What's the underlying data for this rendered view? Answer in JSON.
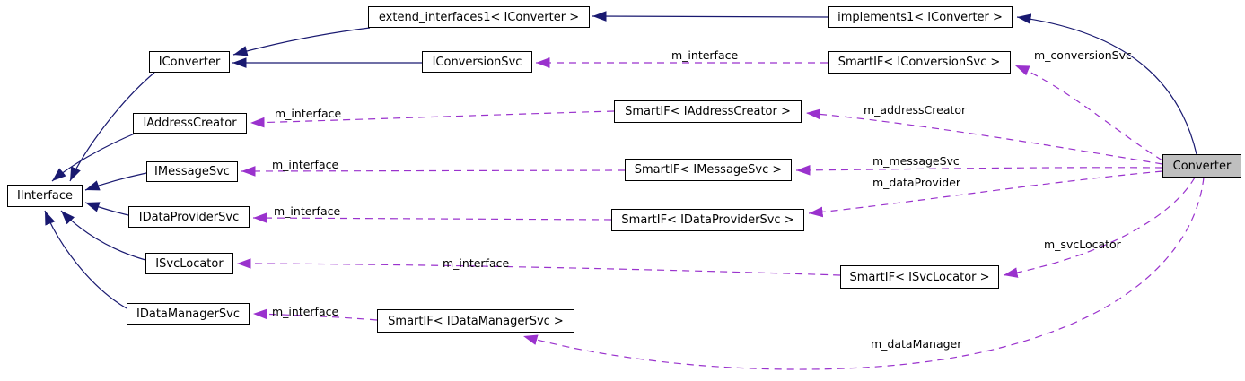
{
  "diagram": {
    "kind": "collaboration-graph",
    "focus_class": "Converter",
    "colors": {
      "inheritance_edge": "#191970",
      "usage_edge": "#9a32cd",
      "node_fill": "#ffffff",
      "node_border": "#000000",
      "focus_node_fill": "#bfbfbf",
      "text": "#000000"
    },
    "nodes": [
      {
        "id": "iinterface",
        "label": "IInterface"
      },
      {
        "id": "iconverter",
        "label": "IConverter"
      },
      {
        "id": "extend-interfaces1",
        "label": "extend_interfaces1< IConverter >"
      },
      {
        "id": "implements1",
        "label": "implements1< IConverter >"
      },
      {
        "id": "iconversionsvc",
        "label": "IConversionSvc"
      },
      {
        "id": "smartif-iconversionsvc",
        "label": "SmartIF< IConversionSvc >"
      },
      {
        "id": "iaddresscreator",
        "label": "IAddressCreator"
      },
      {
        "id": "smartif-iaddresscreator",
        "label": "SmartIF< IAddressCreator >"
      },
      {
        "id": "imessagesvc",
        "label": "IMessageSvc"
      },
      {
        "id": "smartif-imessagesvc",
        "label": "SmartIF< IMessageSvc >"
      },
      {
        "id": "idataprovidersvc",
        "label": "IDataProviderSvc"
      },
      {
        "id": "smartif-idataprovidersvc",
        "label": "SmartIF< IDataProviderSvc >"
      },
      {
        "id": "isvclocator",
        "label": "ISvcLocator"
      },
      {
        "id": "smartif-isvclocator",
        "label": "SmartIF< ISvcLocator >"
      },
      {
        "id": "idatamanagersvc",
        "label": "IDataManagerSvc"
      },
      {
        "id": "smartif-idatamanagersvc",
        "label": "SmartIF< IDataManagerSvc >"
      },
      {
        "id": "converter",
        "label": "Converter",
        "focus": true
      }
    ],
    "edges": [
      {
        "from": "Converter",
        "to": "implements1< IConverter >",
        "type": "inheritance",
        "label": ""
      },
      {
        "from": "implements1< IConverter >",
        "to": "extend_interfaces1< IConverter >",
        "type": "inheritance",
        "label": ""
      },
      {
        "from": "extend_interfaces1< IConverter >",
        "to": "IConverter",
        "type": "inheritance",
        "label": ""
      },
      {
        "from": "IConversionSvc",
        "to": "IConverter",
        "type": "inheritance",
        "label": ""
      },
      {
        "from": "IConverter",
        "to": "IInterface",
        "type": "inheritance",
        "label": ""
      },
      {
        "from": "IAddressCreator",
        "to": "IInterface",
        "type": "inheritance",
        "label": ""
      },
      {
        "from": "IMessageSvc",
        "to": "IInterface",
        "type": "inheritance",
        "label": ""
      },
      {
        "from": "IDataProviderSvc",
        "to": "IInterface",
        "type": "inheritance",
        "label": ""
      },
      {
        "from": "ISvcLocator",
        "to": "IInterface",
        "type": "inheritance",
        "label": ""
      },
      {
        "from": "IDataManagerSvc",
        "to": "IInterface",
        "type": "inheritance",
        "label": ""
      },
      {
        "from": "SmartIF< IConversionSvc >",
        "to": "IConversionSvc",
        "type": "usage",
        "label": "m_interface"
      },
      {
        "from": "SmartIF< IAddressCreator >",
        "to": "IAddressCreator",
        "type": "usage",
        "label": "m_interface"
      },
      {
        "from": "SmartIF< IMessageSvc >",
        "to": "IMessageSvc",
        "type": "usage",
        "label": "m_interface"
      },
      {
        "from": "SmartIF< IDataProviderSvc >",
        "to": "IDataProviderSvc",
        "type": "usage",
        "label": "m_interface"
      },
      {
        "from": "SmartIF< ISvcLocator >",
        "to": "ISvcLocator",
        "type": "usage",
        "label": "m_interface"
      },
      {
        "from": "SmartIF< IDataManagerSvc >",
        "to": "IDataManagerSvc",
        "type": "usage",
        "label": "m_interface"
      },
      {
        "from": "Converter",
        "to": "SmartIF< IConversionSvc >",
        "type": "usage",
        "label": "m_conversionSvc"
      },
      {
        "from": "Converter",
        "to": "SmartIF< IAddressCreator >",
        "type": "usage",
        "label": "m_addressCreator"
      },
      {
        "from": "Converter",
        "to": "SmartIF< IMessageSvc >",
        "type": "usage",
        "label": "m_messageSvc"
      },
      {
        "from": "Converter",
        "to": "SmartIF< IDataProviderSvc >",
        "type": "usage",
        "label": "m_dataProvider"
      },
      {
        "from": "Converter",
        "to": "SmartIF< ISvcLocator >",
        "type": "usage",
        "label": "m_svcLocator"
      },
      {
        "from": "Converter",
        "to": "SmartIF< IDataManagerSvc >",
        "type": "usage",
        "label": "m_dataManager"
      }
    ]
  }
}
